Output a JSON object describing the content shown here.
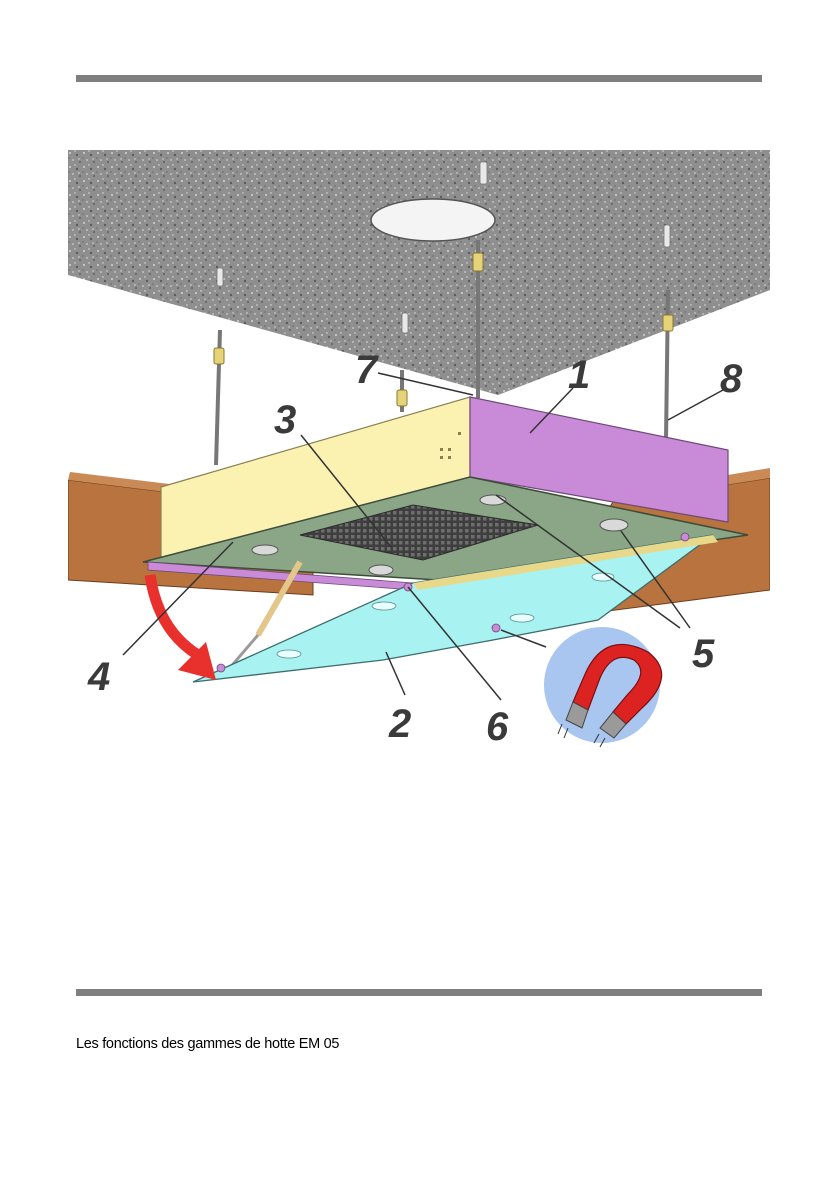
{
  "figure": {
    "callouts": [
      "1",
      "2",
      "3",
      "4",
      "5",
      "6",
      "7",
      "8"
    ]
  },
  "footer": {
    "text": "Les fonctions des gammes de hotte EM 05"
  },
  "colors": {
    "ceiling": "#8e8e8e",
    "wood": "#b8733f",
    "side_panel_yellow": "#fbf2b2",
    "side_panel_violet": "#c98ad7",
    "filter_plate": "#8aa686",
    "door_panel": "#a8f2f2",
    "arrow": "#e8302c",
    "magnet_red": "#dd2222",
    "magnet_bg": "#a8c6f0",
    "rule": "#7f7f7f"
  }
}
